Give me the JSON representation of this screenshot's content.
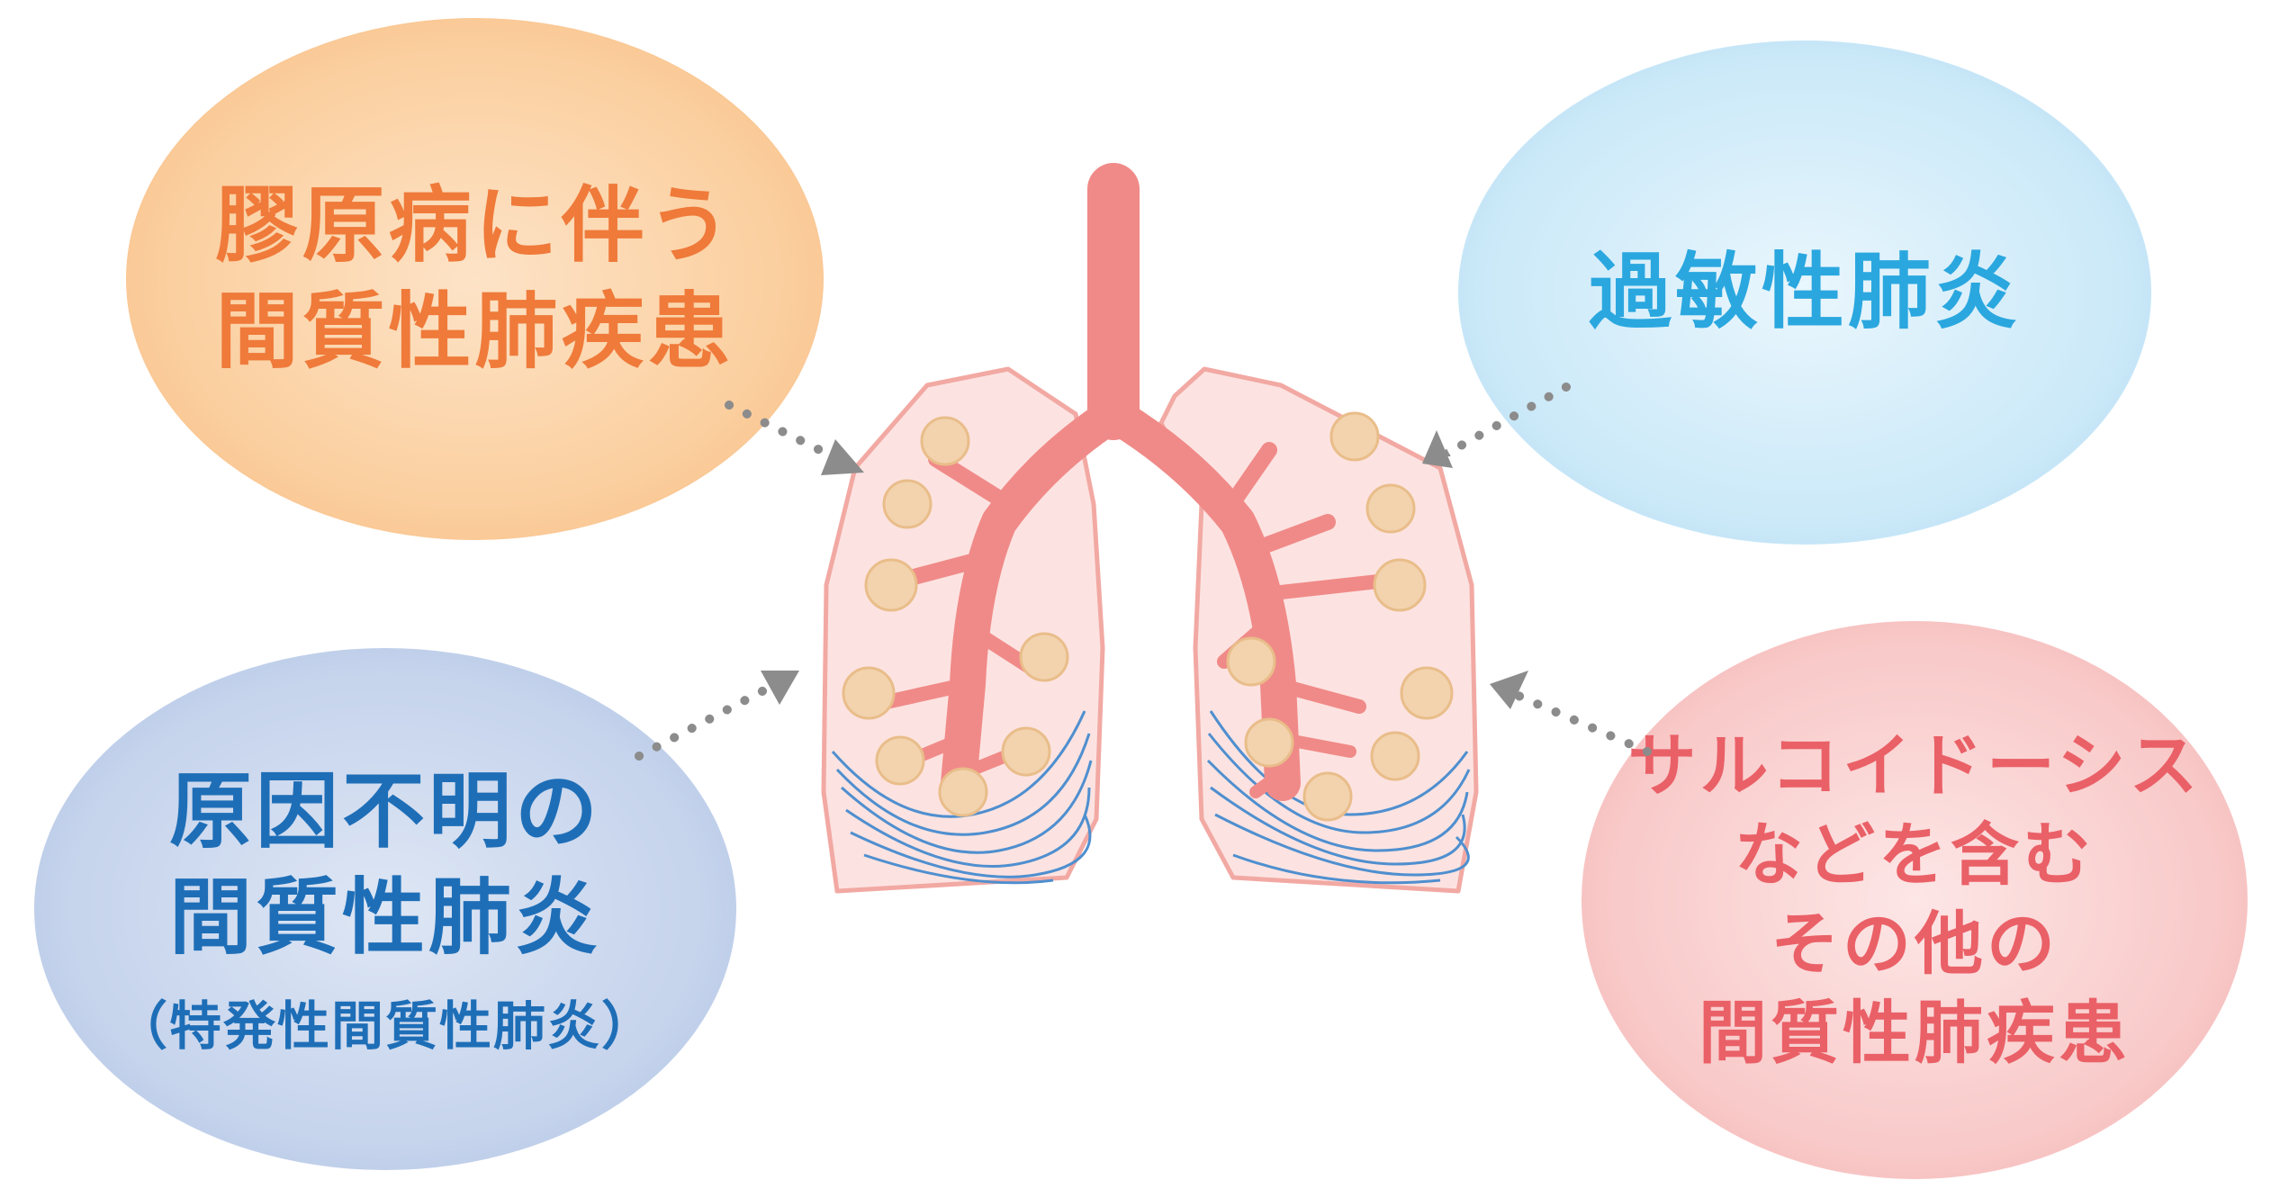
{
  "bubbles": {
    "collagen": {
      "lines": [
        "膠原病に伴う",
        "間質性肺疾患"
      ],
      "color": "#ef7a3a"
    },
    "hypersensitivity": {
      "lines": [
        "過敏性肺炎"
      ],
      "color": "#2aa7df"
    },
    "idiopathic": {
      "lines": [
        "原因不明の",
        "間質性肺炎"
      ],
      "note": "（特発性間質性肺炎）",
      "color": "#1e6eb7"
    },
    "other": {
      "lines": [
        "サルコイドーシス",
        "などを含む",
        "その他の",
        "間質性肺疾患"
      ],
      "color": "#ea6067"
    }
  },
  "illustration": {
    "subject": "lungs",
    "colors": {
      "trachea": "#f08a88",
      "lung_fill": "#fce3e1",
      "lung_outline": "#f2a9a3",
      "nodules": "#f2d3ad",
      "fibrosis": "#4f8fcf",
      "arrows": "#8c8c8c"
    }
  }
}
